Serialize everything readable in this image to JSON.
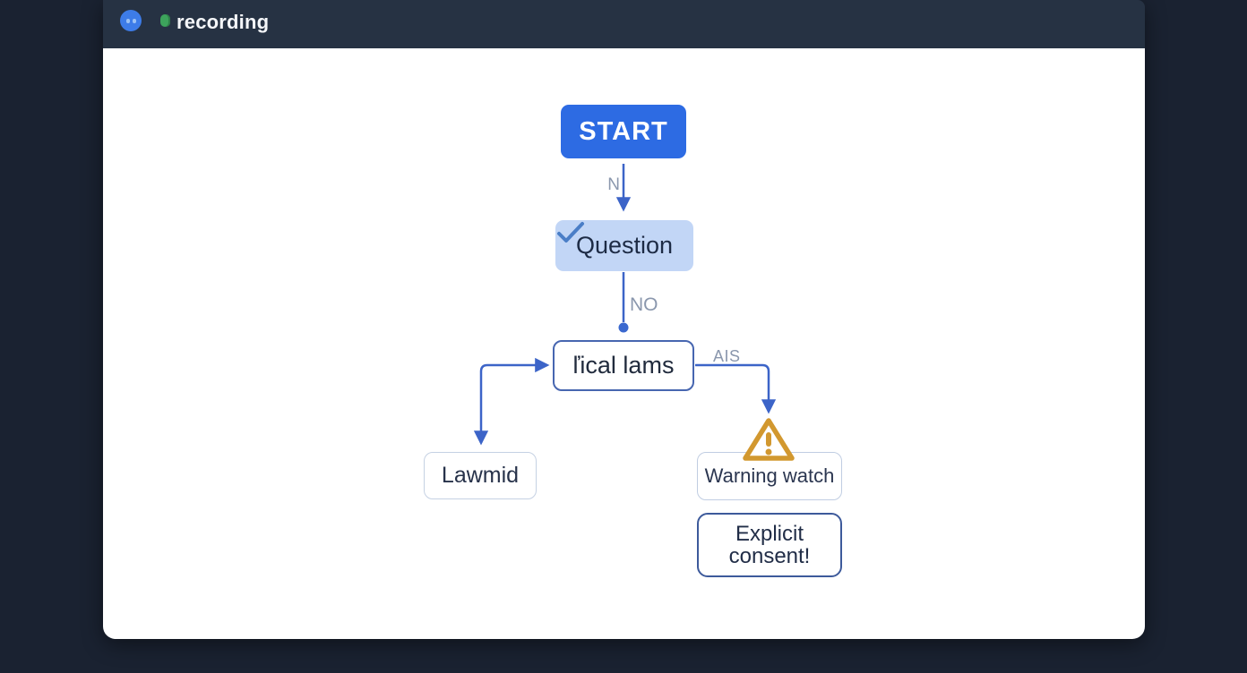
{
  "window": {
    "titlebar": {
      "title": "recording",
      "app_icon": "robot-face-icon",
      "status_icon": "green-recording-dot"
    }
  },
  "flowchart": {
    "nodes": {
      "start": {
        "label": "START",
        "fill": "#2d6be3",
        "text_color": "#ffffff"
      },
      "question": {
        "label": "Question",
        "icon": "checkmark-icon",
        "fill": "#c2d6f6"
      },
      "ethical": {
        "label": "ľical lams",
        "border": "#4766b0"
      },
      "lawmid": {
        "label": "Lawmid"
      },
      "warning_watch": {
        "label": "Warning watch",
        "icon": "warning-triangle-icon"
      },
      "explicit_consent": {
        "label": "Explicit consent!",
        "border": "#3d5a9b"
      }
    },
    "edges": {
      "start_to_question_label": "N",
      "question_to_ethical_label": "NO",
      "ethical_to_warning_label": "AIS"
    },
    "colors": {
      "connector_blue": "#3c64c8",
      "warning_orange": "#d2982f",
      "edge_label_gray": "#8a97ad",
      "background_dark": "#1a2231",
      "titlebar_dark": "#263243"
    }
  }
}
